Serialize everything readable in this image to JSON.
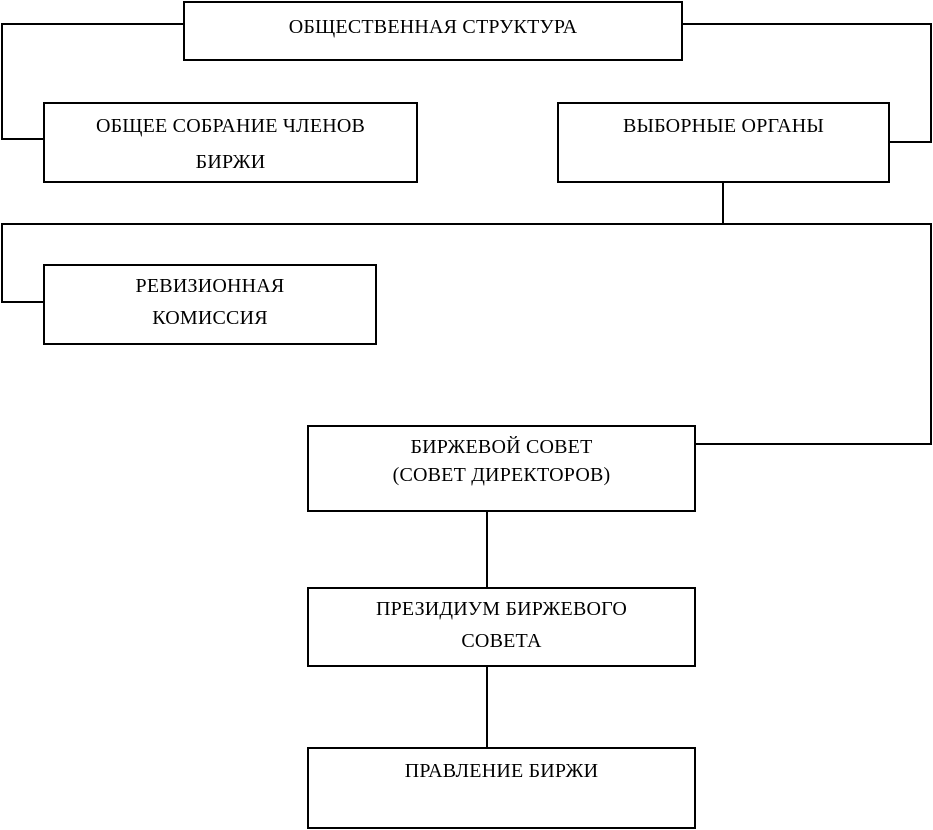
{
  "diagram": {
    "root": {
      "label": "ОБЩЕСТВЕННАЯ СТРУКТУРА"
    },
    "general_meeting": {
      "lines": [
        "ОБЩЕЕ СОБРАНИЕ ЧЛЕНОВ",
        "БИРЖИ"
      ]
    },
    "elected_bodies": {
      "label": "ВЫБОРНЫЕ ОРГАНЫ"
    },
    "audit_commission": {
      "lines": [
        "РЕВИЗИОННАЯ",
        "КОМИССИЯ"
      ]
    },
    "exchange_council": {
      "lines": [
        "БИРЖЕВОЙ СОВЕТ",
        "(СОВЕТ ДИРЕКТОРОВ)"
      ]
    },
    "council_presidium": {
      "lines": [
        "ПРЕЗИДИУМ БИРЖЕВОГО",
        "СОВЕТА"
      ]
    },
    "exchange_board": {
      "label": "ПРАВЛЕНИЕ БИРЖИ"
    }
  }
}
